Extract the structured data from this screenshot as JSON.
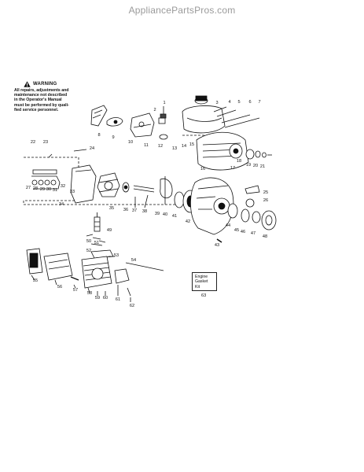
{
  "header": {
    "site": "AppliancePartsPros.com"
  },
  "warning": {
    "title": "WARNING",
    "lines": [
      "All repairs, adjustments and",
      "maintenance not described",
      "in the Operator's Manual",
      "must be performed by quali-",
      "fied service personnel."
    ]
  },
  "kit_box": {
    "lines": [
      "Engine",
      "Gasket",
      "Kit"
    ],
    "number": "63"
  },
  "callouts": {
    "n1": "1",
    "n2": "2",
    "n3": "3",
    "n4": "4",
    "n5": "5",
    "n6": "6",
    "n7": "7",
    "n8": "8",
    "n9": "9",
    "n10": "10",
    "n11": "11",
    "n12": "12",
    "n13": "13",
    "n14": "14",
    "n15": "15",
    "n16": "16",
    "n17": "17",
    "n18": "18",
    "n19": "19",
    "n20": "20",
    "n21": "21",
    "n22": "22",
    "n23": "23",
    "n24": "24",
    "n25": "25",
    "n26": "26",
    "n27": "27",
    "n28": "28",
    "n29": "29",
    "n30": "30",
    "n31": "31",
    "n32": "32",
    "n33": "33",
    "n34": "34",
    "n35": "35",
    "n36": "36",
    "n37": "37",
    "n38": "38",
    "n39": "39",
    "n40": "40",
    "n41": "41",
    "n42": "42",
    "n43": "43",
    "n44": "44",
    "n45": "45",
    "n46": "46",
    "n47": "47",
    "n48": "48",
    "n49": "49",
    "n50": "50",
    "n51": "51",
    "n52": "52",
    "n53": "53",
    "n54": "54",
    "n55": "55",
    "n56": "56",
    "n57": "57",
    "n58": "58",
    "n59": "59",
    "n60": "60",
    "n61": "61",
    "n62": "62"
  }
}
